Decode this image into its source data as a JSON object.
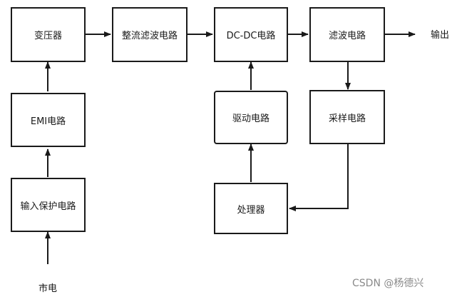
{
  "boxes": {
    "transformer": "变压器",
    "rectifier_filter": "整流滤波电路",
    "dcdc": "DC-DC电路",
    "filter": "滤波电路",
    "emi": "EMI电路",
    "driver": "驱动电路",
    "sampling": "采样电路",
    "input_protection": "输入保护电路",
    "processor": "处理器"
  },
  "labels": {
    "output": "输出",
    "mains": "市电"
  },
  "watermark": "CSDN @杨德兴",
  "colors": {
    "line": "#1a1a1a",
    "watermark": "#8a8a8a"
  }
}
